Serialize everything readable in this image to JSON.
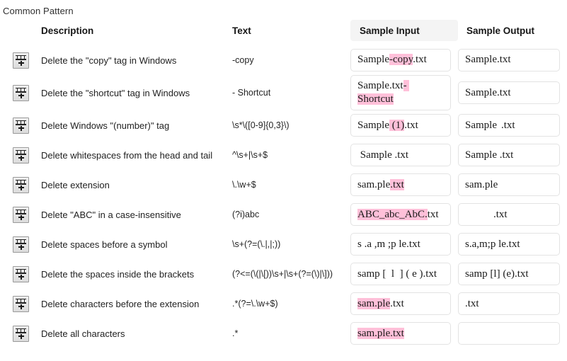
{
  "panel": {
    "title": "Common Pattern"
  },
  "colors": {
    "highlight_delete": "#ffc0d9",
    "highlight_insert": "#8fe8a0",
    "header_selected_bg": "#f4f4f4",
    "box_border": "#e3e3e3",
    "text": "#1f1f1f"
  },
  "table": {
    "headers": {
      "icon": "",
      "description": "Description",
      "text": "Text",
      "sample_input": "Sample Input",
      "sample_output": "Sample Output"
    },
    "rows": [
      {
        "icon": "add-rule-icon",
        "description": "Delete the \"copy\" tag in Windows",
        "text": "-copy",
        "sample_input_plain": "Sample-copy.txt",
        "sample_input_parts": [
          {
            "t": "Sample",
            "h": "none"
          },
          {
            "t": "-copy",
            "h": "pink"
          },
          {
            "t": ".txt",
            "h": "none"
          }
        ],
        "sample_output_plain": "Sample.txt",
        "sample_output_parts": [
          {
            "t": "Sample.txt",
            "h": "none"
          }
        ]
      },
      {
        "icon": "add-rule-icon",
        "description": "Delete the \"shortcut\" tag in Windows",
        "text": "- Shortcut",
        "sample_input_plain": "Sample.txt- Shortcut",
        "sample_input_parts": [
          {
            "t": "Sample.txt",
            "h": "none"
          },
          {
            "t": "- Shortcut",
            "h": "pink"
          }
        ],
        "sample_output_plain": "Sample.txt",
        "sample_output_parts": [
          {
            "t": "Sample.txt",
            "h": "none"
          }
        ]
      },
      {
        "icon": "add-rule-icon",
        "description": "Delete Windows \"(number)\" tag",
        "text": "\\s*\\([0-9]{0,3}\\)",
        "sample_input_plain": "Sample (1).txt",
        "sample_input_parts": [
          {
            "t": "Sample",
            "h": "none"
          },
          {
            "t": " (1)",
            "h": "pink"
          },
          {
            "t": ".txt",
            "h": "none"
          }
        ],
        "sample_output_plain": "Sample.txt",
        "sample_output_parts": [
          {
            "t": "Sample",
            "h": "none"
          },
          {
            "t": "",
            "h": "green-blank"
          },
          {
            "t": ".txt",
            "h": "none"
          }
        ]
      },
      {
        "icon": "add-rule-icon",
        "description": "Delete whitespaces from the head and tail",
        "text": "^\\s+|\\s+$",
        "sample_input_plain": " Sample .txt",
        "sample_input_parts": [
          {
            "t": " Sample .txt",
            "h": "none"
          }
        ],
        "sample_output_plain": "Sample .txt",
        "sample_output_parts": [
          {
            "t": "Sample .txt",
            "h": "none"
          }
        ]
      },
      {
        "icon": "add-rule-icon",
        "description": "Delete extension",
        "text": "\\.\\w+$",
        "sample_input_plain": "sam.ple.txt",
        "sample_input_parts": [
          {
            "t": "sam.ple",
            "h": "none"
          },
          {
            "t": ".txt",
            "h": "pink"
          }
        ],
        "sample_output_plain": "sam.ple",
        "sample_output_parts": [
          {
            "t": "sam.ple",
            "h": "none"
          }
        ]
      },
      {
        "icon": "add-rule-icon",
        "description": "Delete \"ABC\" in a case-insensitive",
        "text": "(?i)abc",
        "sample_input_plain": "ABC_abc_AbC.txt",
        "sample_input_parts": [
          {
            "t": "ABC_abc_AbC.",
            "h": "pink"
          },
          {
            "t": "txt",
            "h": "none"
          }
        ],
        "sample_output_plain": ".txt",
        "sample_output_parts": [
          {
            "t": "",
            "h": "green-wide"
          },
          {
            "t": ".txt",
            "h": "none"
          }
        ]
      },
      {
        "icon": "add-rule-icon",
        "description": "Delete spaces before a symbol",
        "text": "\\s+(?=(\\.|,|;))",
        "sample_input_plain": "s .a ,m ;p le.txt",
        "sample_input_parts": [
          {
            "t": "s .a ,m ;p le.txt",
            "h": "none"
          }
        ],
        "sample_output_plain": "s.a,m;p le.txt",
        "sample_output_parts": [
          {
            "t": "s.a,m;p le.txt",
            "h": "none"
          }
        ]
      },
      {
        "icon": "add-rule-icon",
        "description": "Delete the spaces inside the brackets",
        "text": "(?<=(\\(|\\[))\\s+|\\s+(?=(\\)|\\]))",
        "sample_input_plain": "samp [  l  ] ( e ).txt",
        "sample_input_parts": [
          {
            "t": "samp [  l  ] ( e ).txt",
            "h": "none"
          }
        ],
        "sample_output_plain": "samp [l] (e).txt",
        "sample_output_parts": [
          {
            "t": "samp [l] (e).txt",
            "h": "none"
          }
        ]
      },
      {
        "icon": "add-rule-icon",
        "description": "Delete characters before the extension",
        "text": ".*(?=\\.\\w+$)",
        "sample_input_plain": "sam.ple.txt",
        "sample_input_parts": [
          {
            "t": "sam.ple",
            "h": "pink"
          },
          {
            "t": ".txt",
            "h": "none"
          }
        ],
        "sample_output_plain": ".txt",
        "sample_output_parts": [
          {
            "t": ".txt",
            "h": "none"
          }
        ]
      },
      {
        "icon": "add-rule-icon",
        "description": "Delete all characters",
        "text": ".*",
        "sample_input_plain": "sam.ple.txt",
        "sample_input_parts": [
          {
            "t": "sam.ple.txt",
            "h": "pink"
          }
        ],
        "sample_output_plain": "",
        "sample_output_parts": []
      }
    ]
  }
}
